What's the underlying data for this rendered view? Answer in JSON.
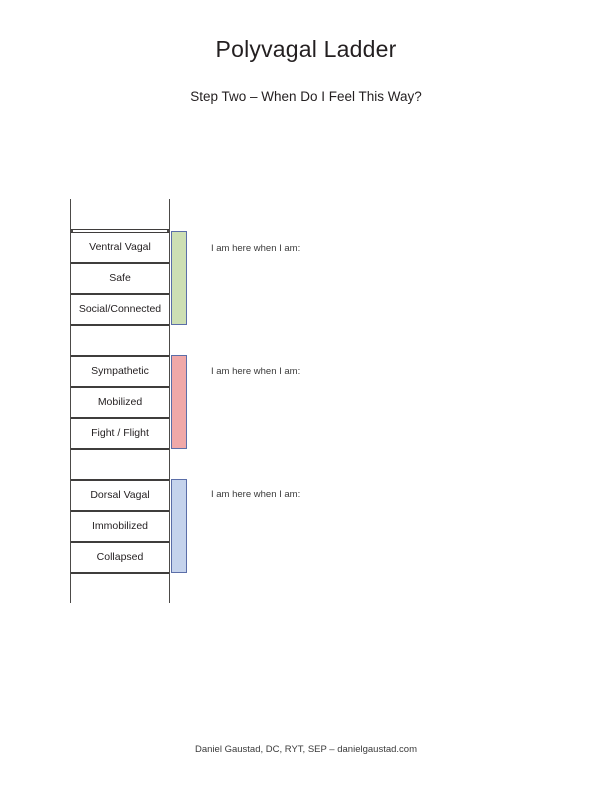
{
  "document": {
    "title": "Polyvagal Ladder",
    "subtitle": "Step Two – When Do I Feel This Way?",
    "footer": "Daniel Gaustad, DC, RYT, SEP – danielgaustad.com"
  },
  "colors": {
    "ventral_vagal_bar": "#cddfb4",
    "sympathetic_bar": "#f0a8a8",
    "dorsal_vagal_bar": "#c5d3ec",
    "bar_border": "#5b6ea8",
    "rail": "#4c4a48",
    "rung_line": "#3f3d3c",
    "text": "#231f20",
    "page_background": "#ffffff"
  },
  "ladder": {
    "rungs": [
      {
        "label": "",
        "empty": true
      },
      {
        "label": "Ventral Vagal",
        "empty": false
      },
      {
        "label": "Safe",
        "empty": false
      },
      {
        "label": "Social/Connected",
        "empty": false
      },
      {
        "label": "",
        "empty": true
      },
      {
        "label": "Sympathetic",
        "empty": false
      },
      {
        "label": "Mobilized",
        "empty": false
      },
      {
        "label": "Fight / Flight",
        "empty": false
      },
      {
        "label": "",
        "empty": true
      },
      {
        "label": "Dorsal Vagal",
        "empty": false
      },
      {
        "label": "Immobilized",
        "empty": false
      },
      {
        "label": "Collapsed",
        "empty": false
      },
      {
        "label": "",
        "empty": true
      }
    ],
    "groups": [
      {
        "name": "ventral-vagal",
        "bar_color": "#cddfb4",
        "prompt": "I am here when I am:"
      },
      {
        "name": "sympathetic",
        "bar_color": "#f0a8a8",
        "prompt": "I am here when I am:"
      },
      {
        "name": "dorsal-vagal",
        "bar_color": "#c5d3ec",
        "prompt": "I am here when I am:"
      }
    ]
  }
}
